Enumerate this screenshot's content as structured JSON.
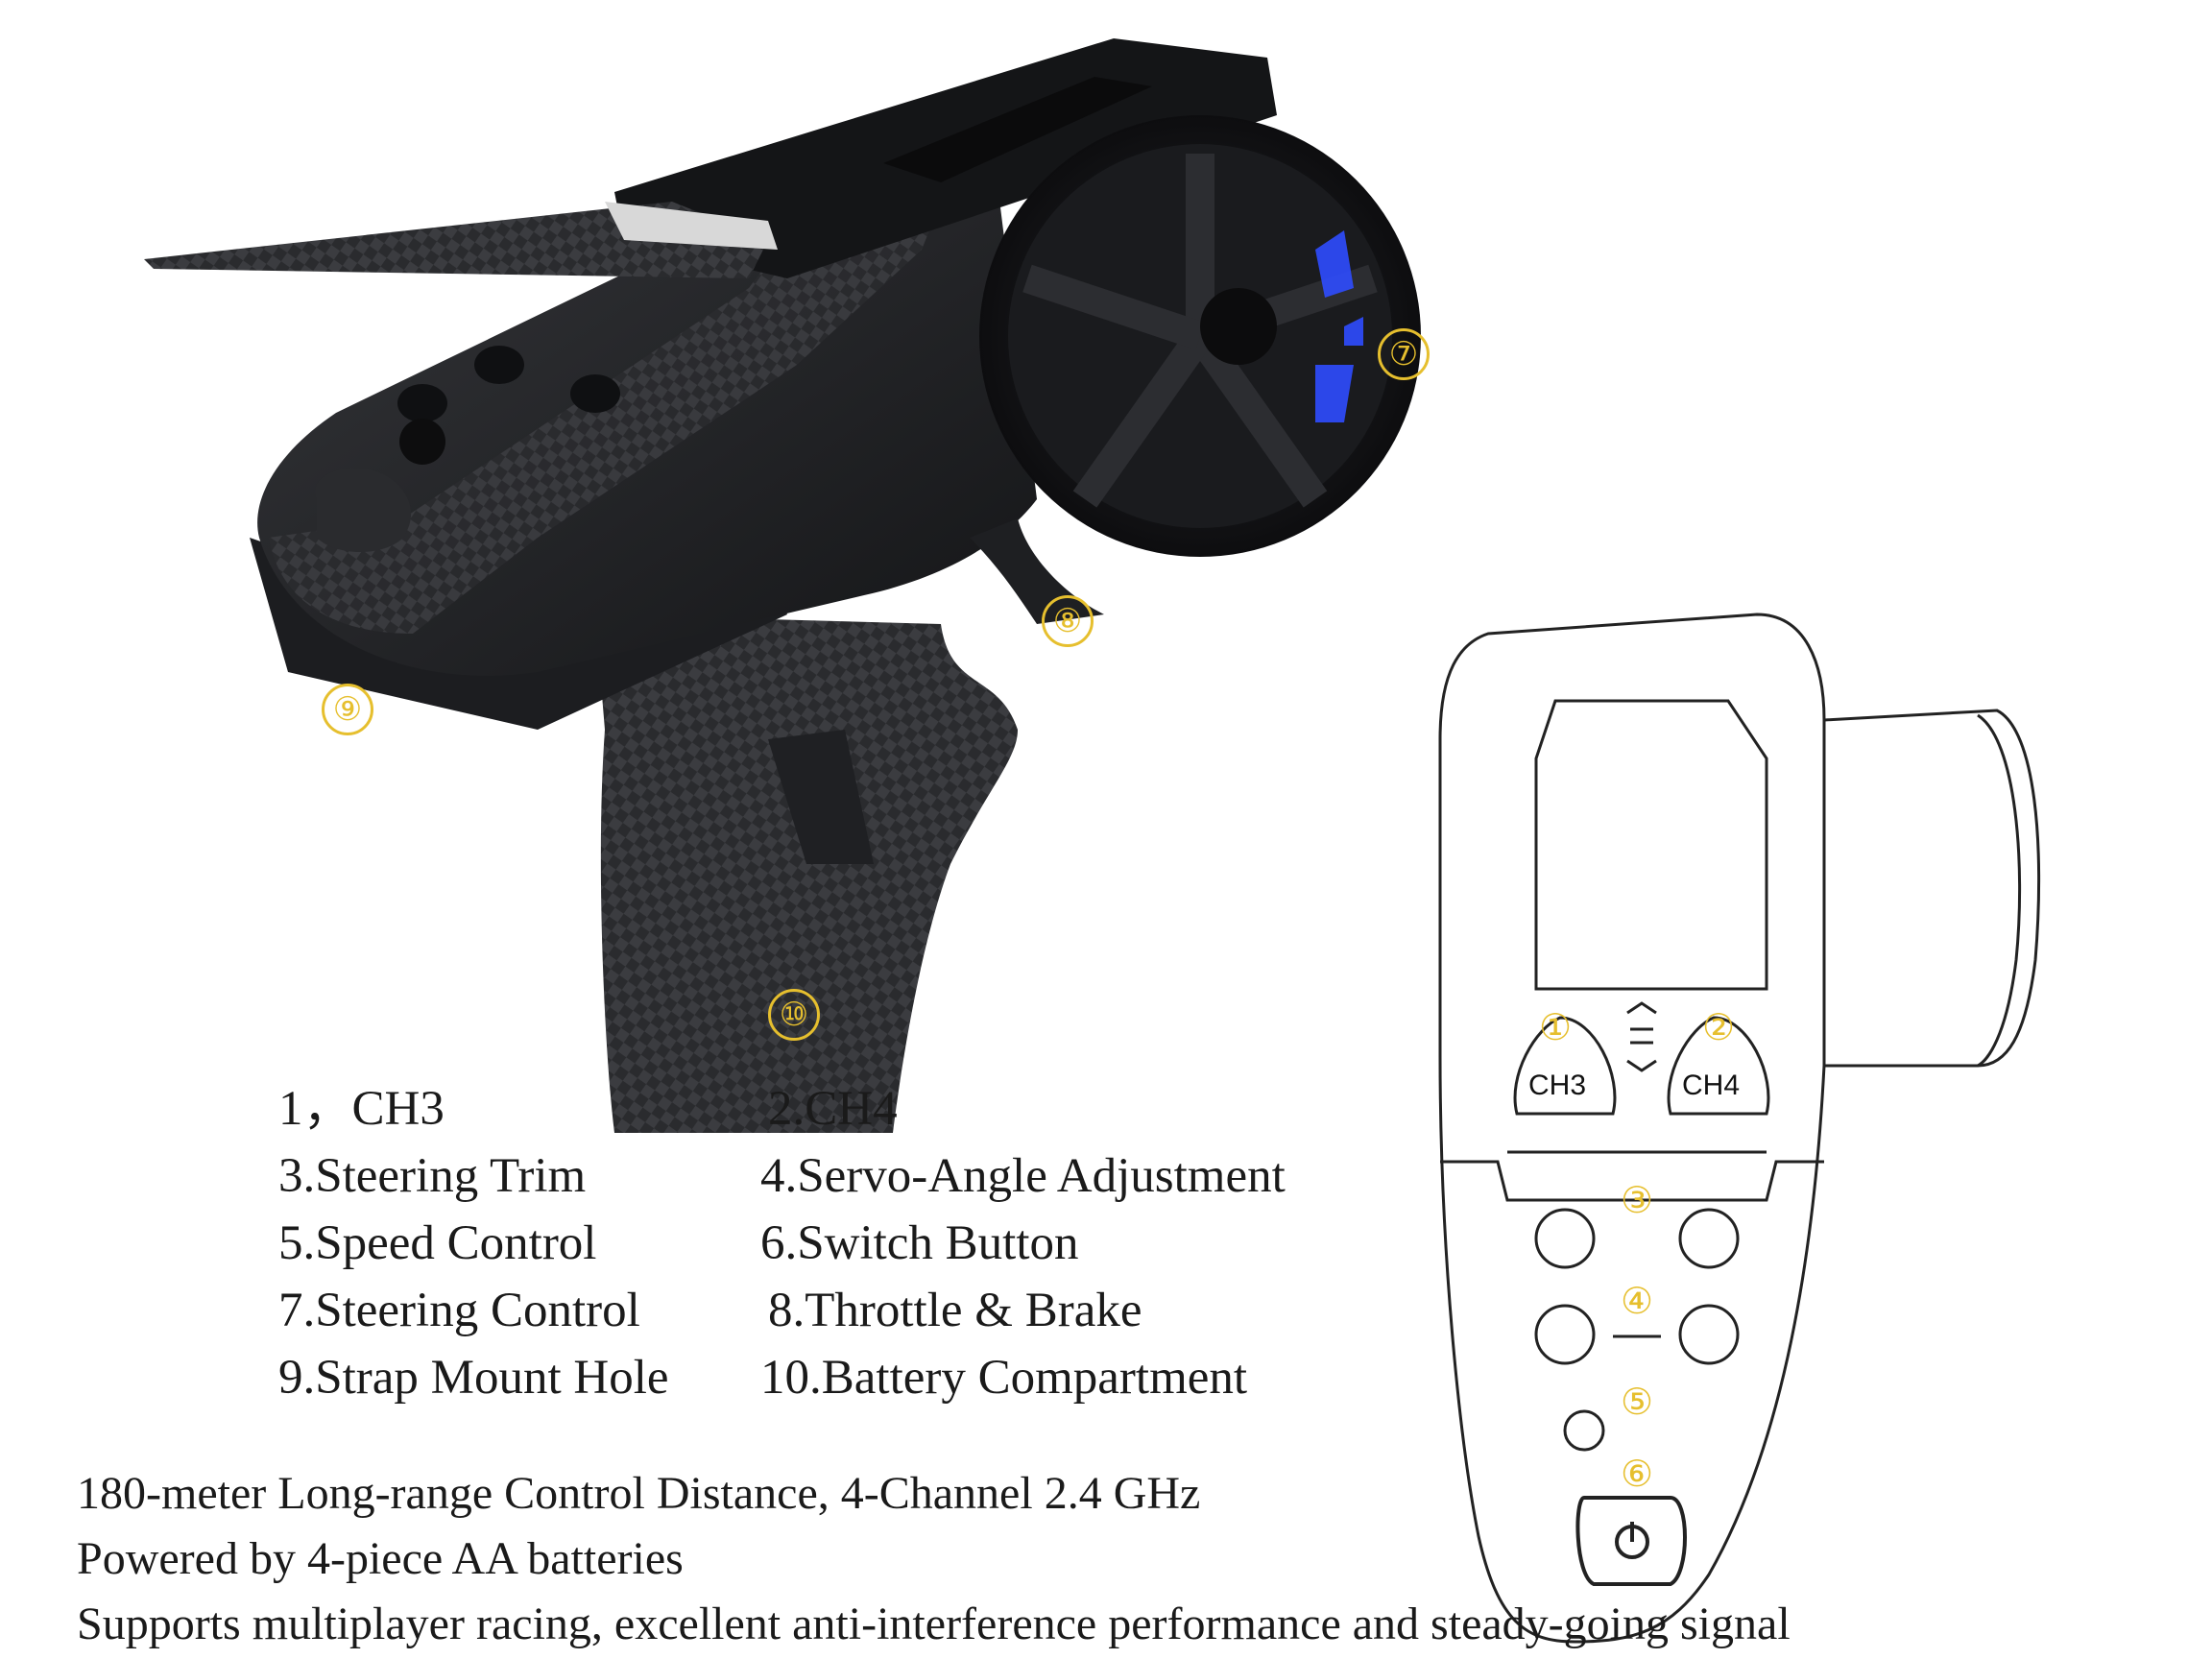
{
  "spec_list": [
    {
      "text": "1，CH3"
    },
    {
      "text": "2.CH4"
    },
    {
      "text": "3.Steering Trim"
    },
    {
      "text": "4.Servo-Angle Adjustment"
    },
    {
      "text": "5.Speed Control"
    },
    {
      "text": "6.Switch Button"
    },
    {
      "text": "7.Steering Control"
    },
    {
      "text": "8.Throttle & Brake"
    },
    {
      "text": "9.Strap Mount Hole"
    },
    {
      "text": "10.Battery Compartment"
    }
  ],
  "features": [
    "180-meter Long-range Control Distance, 4-Channel 2.4 GHz",
    "Powered by 4-piece AA batteries",
    "Supports multiplayer racing, excellent anti-interference performance and steady-going signal"
  ],
  "photo_markers": [
    "⑦",
    "⑧",
    "⑨",
    "⑩"
  ],
  "diagram_markers": [
    "①",
    "②",
    "③",
    "④",
    "⑤",
    "⑥"
  ],
  "diagram_buttons": {
    "left": "CH3",
    "right": "CH4"
  },
  "colors": {
    "marker": "#e6bf2e",
    "body": "#1c1d20",
    "led": "#2f4dff"
  }
}
